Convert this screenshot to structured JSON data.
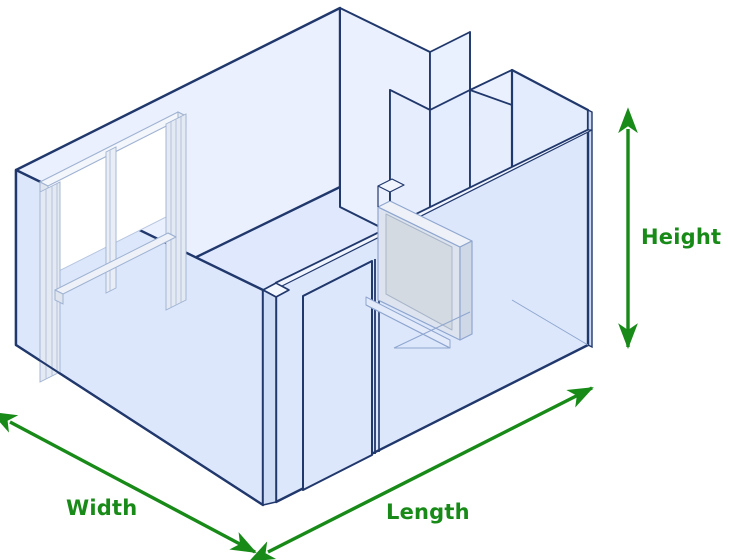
{
  "diagram": {
    "title": "Room dimensions isometric diagram",
    "subject": "empty-room",
    "projection": "isometric",
    "background_color": "#ffffff"
  },
  "labels": {
    "height": "Height",
    "width": "Width",
    "length": "Length"
  },
  "colors": {
    "dimension_green": "#188a18",
    "outline_navy": "#21386c",
    "wall_fill_front": "#dce7fb",
    "wall_fill_back": "#eaf0fe",
    "wall_fill_side": "#e2ebfd",
    "floor_fill": "#dfe8fc",
    "detail_line": "#8fa6cf",
    "screen_fill": "#d3dae2",
    "frame_fill": "#dde4ef"
  },
  "features": {
    "window": "window-on-left-wall",
    "door": "door-opening-in-partition",
    "screen": "wall-mounted-screen",
    "partition": "interior-partition-wall",
    "alcove": "stepped-back-wall-alcove"
  },
  "arrows": {
    "height": {
      "orientation": "vertical",
      "double_headed": true
    },
    "width": {
      "orientation": "diagonal-down-right",
      "double_headed": true
    },
    "length": {
      "orientation": "diagonal-up-right",
      "double_headed": true
    }
  }
}
